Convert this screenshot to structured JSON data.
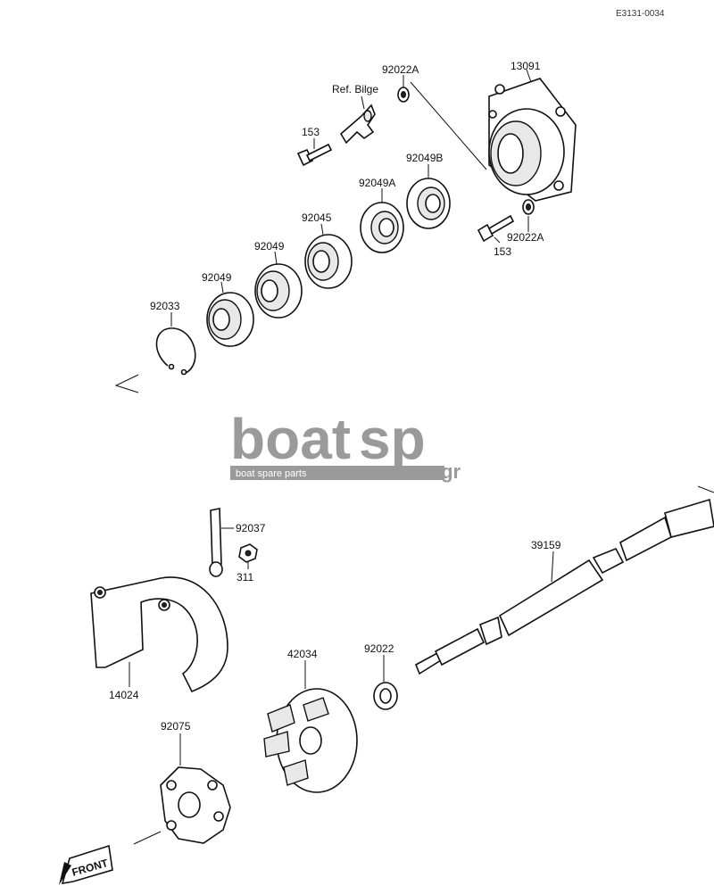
{
  "diagram_code": "E3131-0034",
  "labels": {
    "p92022A_top": "92022A",
    "p13091": "13091",
    "ref_bilge": "Ref. Bilge",
    "p153_top": "153",
    "p92049B": "92049B",
    "p92049A": "92049A",
    "p92045": "92045",
    "p92049_a": "92049",
    "p92049_b": "92049",
    "p92033": "92033",
    "p92022A_bot": "92022A",
    "p153_bot": "153",
    "p92037": "92037",
    "p311": "311",
    "p39159": "39159",
    "p14024": "14024",
    "p42034": "42034",
    "p92022": "92022",
    "p92075": "92075",
    "front": "FRONT"
  },
  "watermark": {
    "brand_a": "boat",
    "brand_b": "sp",
    "tld": ".gr",
    "tagline": "boat spare parts"
  },
  "colors": {
    "ink": "#111111",
    "watermark": "#9a9a9a"
  }
}
